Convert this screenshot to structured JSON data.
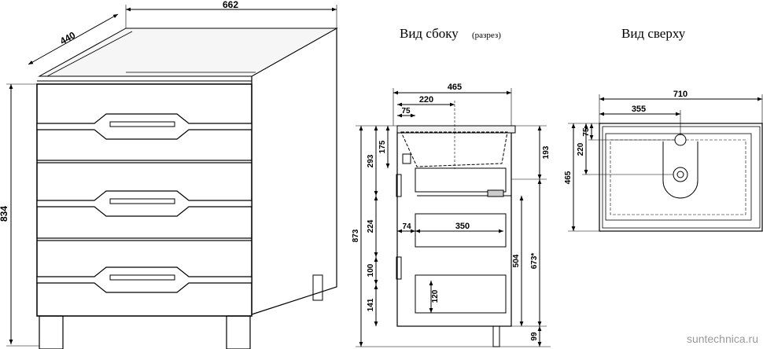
{
  "front_view": {
    "width": "662",
    "depth": "440",
    "height": "834"
  },
  "side_view": {
    "title": "Вид сбоку",
    "title_note": "(разрез)",
    "dims": {
      "d465": "465",
      "d220": "220",
      "d75": "75",
      "d175": "175",
      "d293": "293",
      "d193": "193",
      "d224": "224",
      "d74": "74",
      "d350": "350",
      "d873": "873",
      "d100": "100",
      "d504": "504",
      "d673": "673*",
      "d141": "141",
      "d120": "120",
      "d99": "99"
    }
  },
  "top_view": {
    "title": "Вид сверху",
    "dims": {
      "d710": "710",
      "d355": "355",
      "d75": "75",
      "d220": "220",
      "d465": "465"
    }
  },
  "watermark": "suntechnica.ru"
}
